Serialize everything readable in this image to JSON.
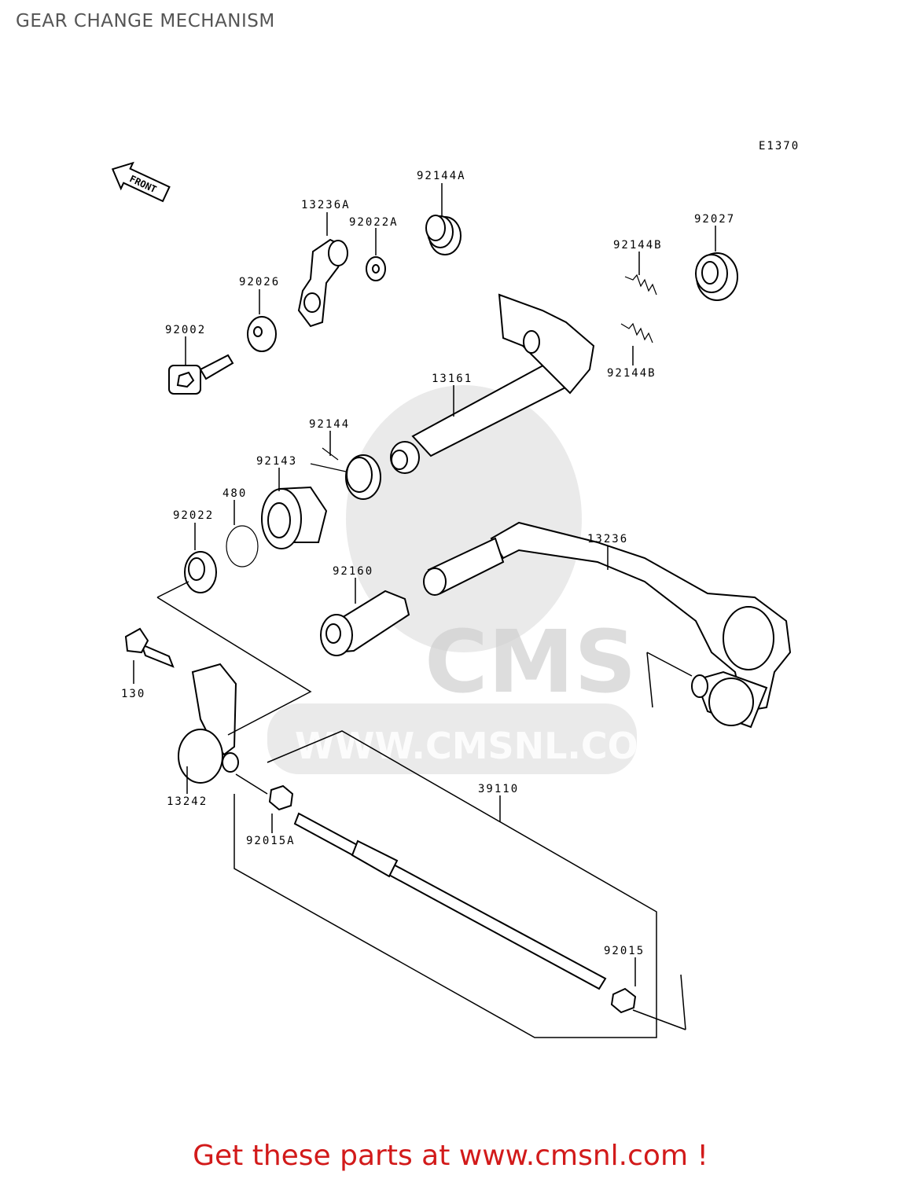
{
  "header": {
    "title": "GEAR CHANGE MECHANISM"
  },
  "diagram": {
    "code": "E1370",
    "front_label": "FRONT",
    "watermark": {
      "brand": "CMS",
      "url": "WWW.CMSNL.COM"
    },
    "parts": [
      {
        "id": "13236A"
      },
      {
        "id": "92022A"
      },
      {
        "id": "92144A"
      },
      {
        "id": "92027"
      },
      {
        "id": "92144B"
      },
      {
        "id": "92026"
      },
      {
        "id": "92002"
      },
      {
        "id": "92144B"
      },
      {
        "id": "13161"
      },
      {
        "id": "92144"
      },
      {
        "id": "92143"
      },
      {
        "id": "480"
      },
      {
        "id": "92022"
      },
      {
        "id": "13236"
      },
      {
        "id": "92160"
      },
      {
        "id": "130"
      },
      {
        "id": "13242"
      },
      {
        "id": "39110"
      },
      {
        "id": "92015A"
      },
      {
        "id": "92015"
      }
    ]
  },
  "footer": {
    "cta": "Get these parts at www.cmsnl.com !"
  },
  "colors": {
    "title": "#555555",
    "cta": "#d21a1a",
    "line": "#000000",
    "watermark": "#d9d9d9"
  }
}
